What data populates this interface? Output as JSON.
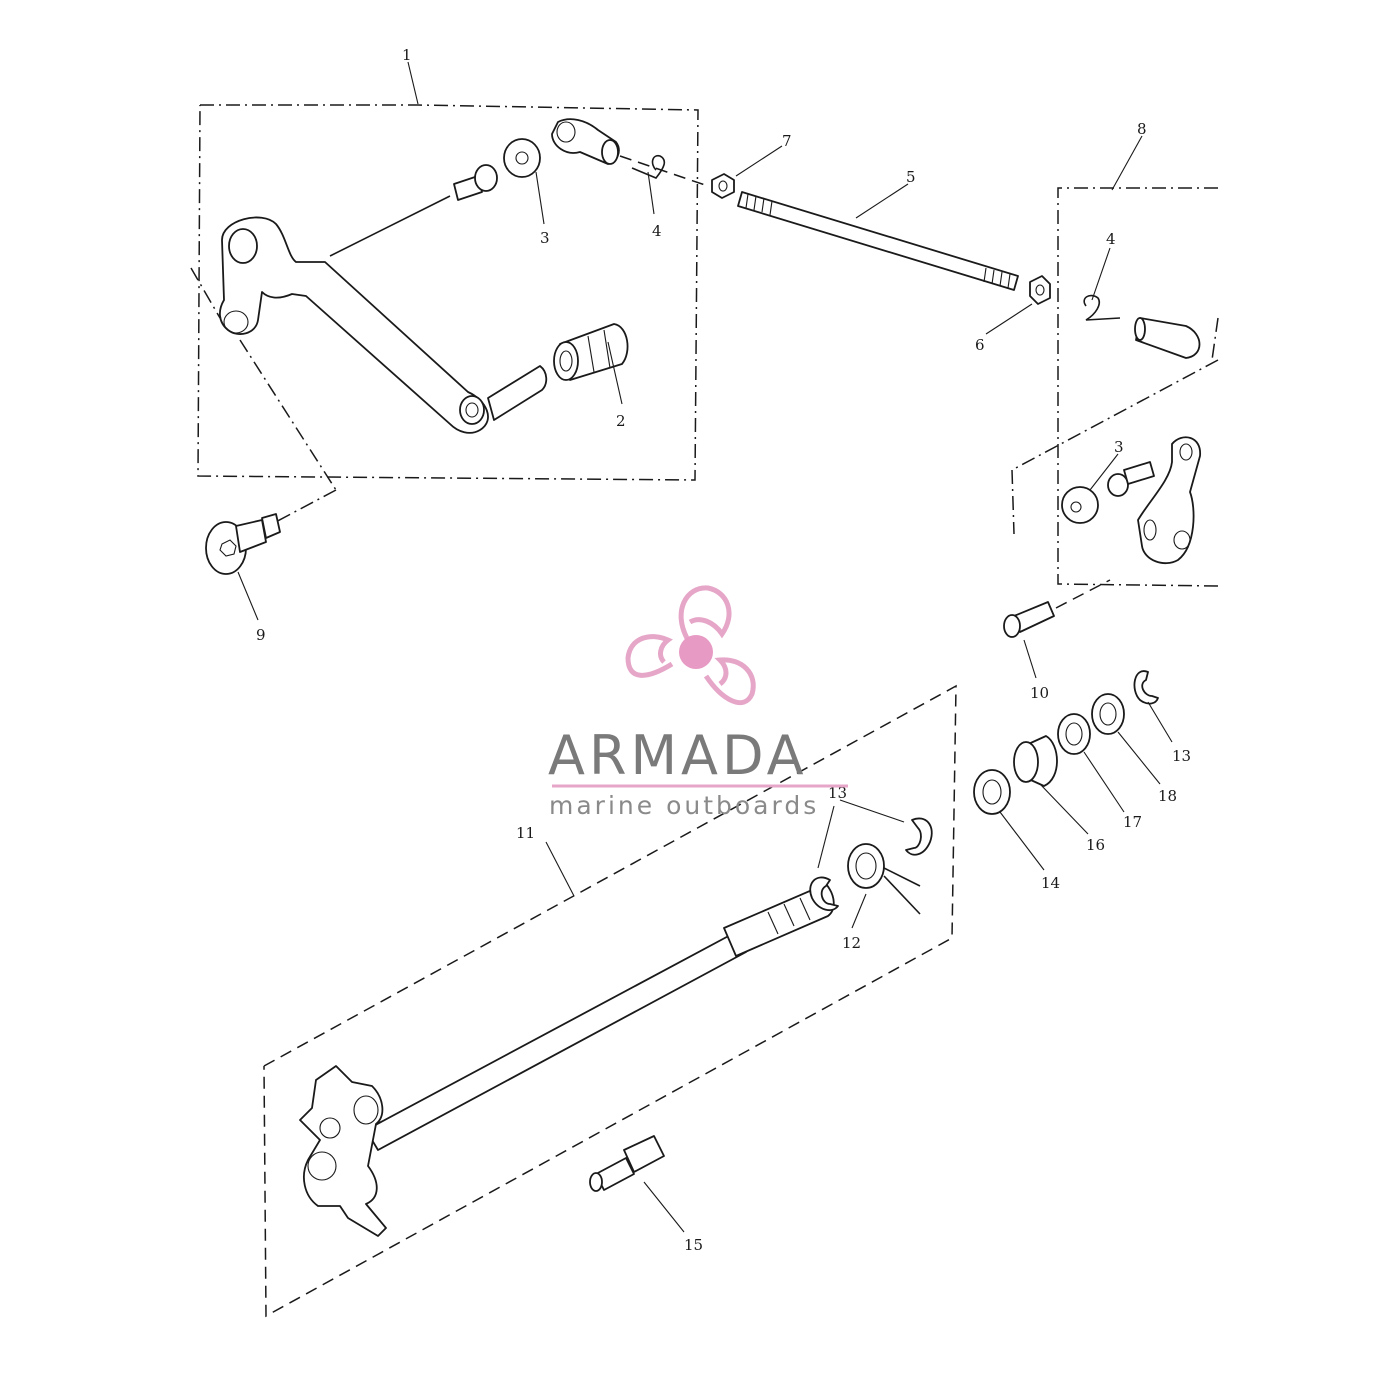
{
  "diagram": {
    "callouts": {
      "c1": "1",
      "c2": "2",
      "c3a": "3",
      "c4a": "4",
      "c5": "5",
      "c6": "6",
      "c7": "7",
      "c8": "8",
      "c4b": "4",
      "c3b": "3",
      "c9": "9",
      "c10": "10",
      "c11": "11",
      "c12": "12",
      "c13a": "13",
      "c13b": "13",
      "c14": "14",
      "c15": "15",
      "c16": "16",
      "c17": "17",
      "c18": "18"
    }
  },
  "watermark": {
    "brand": "ARMADA",
    "tagline": "marine outboards",
    "colors": {
      "logo": "#e6a6c8",
      "hub": "#e79ac3",
      "text": "#7a7a7a",
      "rule": "#e6a6c8"
    }
  }
}
